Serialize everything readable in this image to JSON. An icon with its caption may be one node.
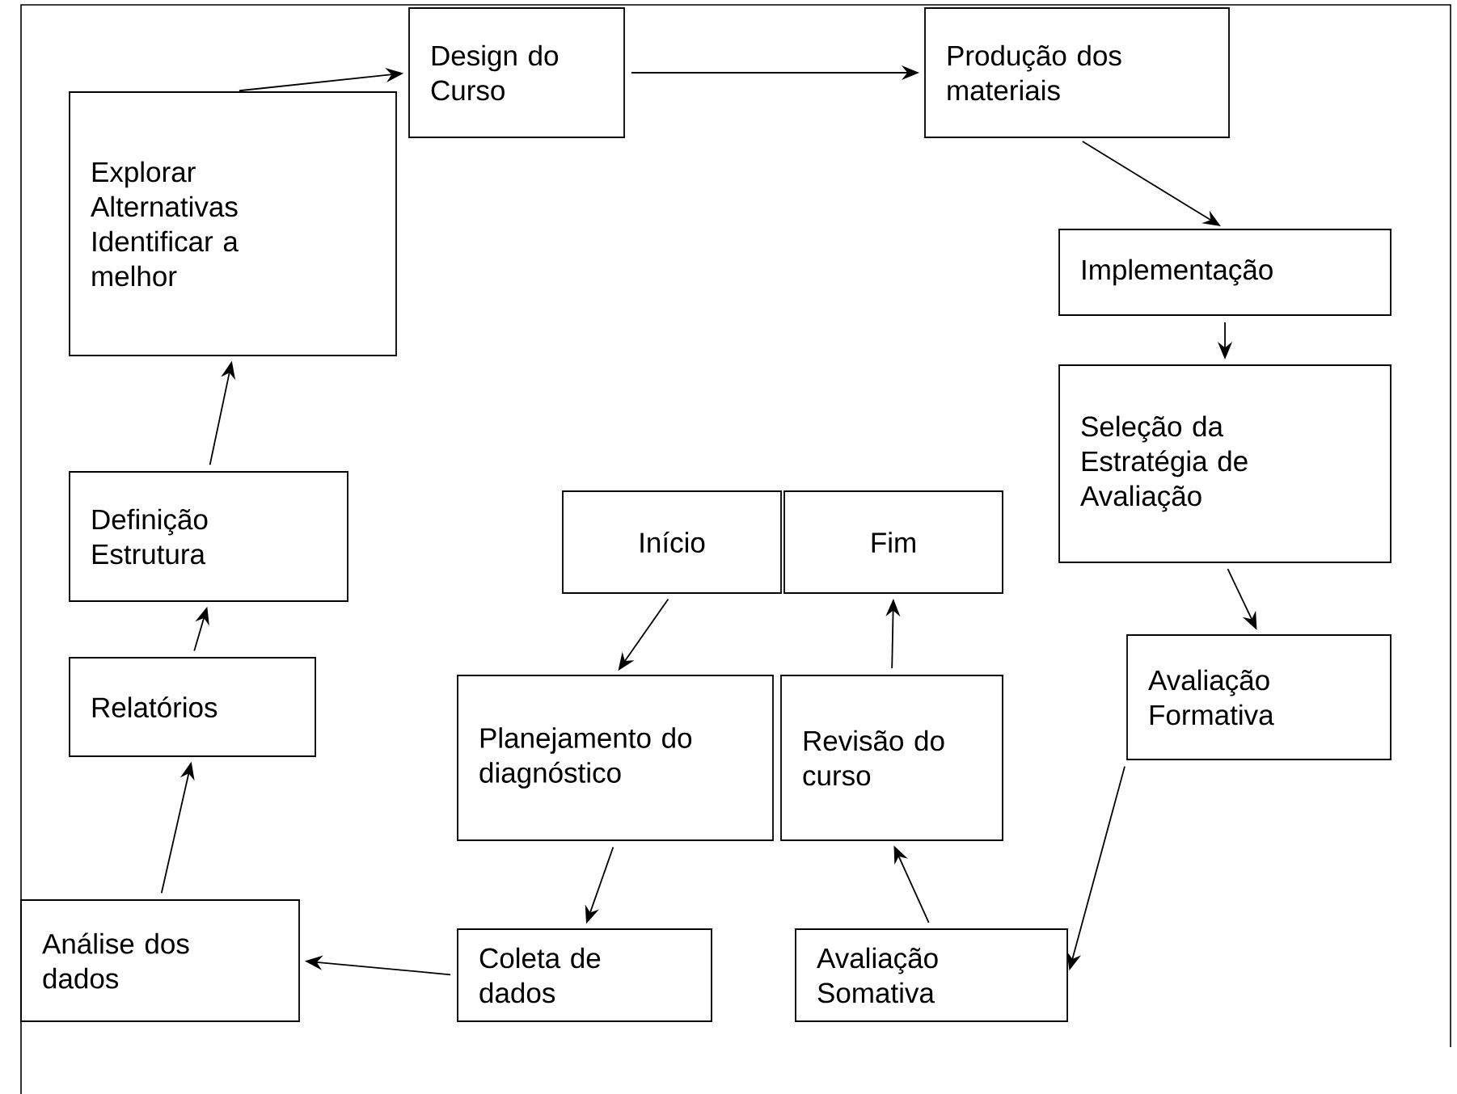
{
  "diagram": {
    "nodes": [
      {
        "text": [
          "Explorar Alternativas Identificar a melhor"
        ]
      },
      {
        "text": [
          "Design do Curso"
        ]
      },
      {
        "text": [
          "Produção dos materiais"
        ]
      },
      {
        "text": [
          "Implementação"
        ]
      },
      {
        "text": [
          "Seleção da Estratégia de Avaliação"
        ]
      },
      {
        "text": [
          "Definição Estrutura"
        ]
      },
      {
        "text": [
          "Início"
        ]
      },
      {
        "text": [
          "Fim"
        ]
      },
      {
        "text": [
          "Avaliação Formativa"
        ]
      },
      {
        "text": [
          "Relatórios"
        ]
      },
      {
        "text": [
          "Planejamento do diagnóstico"
        ]
      },
      {
        "text": [
          "Revisão do curso"
        ]
      },
      {
        "text": [
          "Análise dos dados"
        ]
      },
      {
        "text": [
          "Coleta de dados"
        ]
      },
      {
        "text": [
          "Avaliação Somativa"
        ]
      }
    ],
    "edges": [
      {
        "from": 0,
        "to": 1,
        "arrow": "to"
      },
      {
        "from": 1,
        "to": 2,
        "arrow": "to"
      },
      {
        "from": 2,
        "to": 3,
        "arrow": "to"
      },
      {
        "from": 3,
        "to": 4,
        "arrow": "to"
      },
      {
        "from": 4,
        "to": 8,
        "arrow": "to"
      },
      {
        "from": 8,
        "to": 14,
        "arrow": "to"
      },
      {
        "from": 14,
        "to": 11,
        "arrow": "to"
      },
      {
        "from": 11,
        "to": 7,
        "arrow": "to"
      },
      {
        "from": 6,
        "to": 10,
        "arrow": "to"
      },
      {
        "from": 10,
        "to": 13,
        "arrow": "to"
      },
      {
        "from": 13,
        "to": 12,
        "arrow": "to"
      },
      {
        "from": 12,
        "to": 9,
        "arrow": "to"
      },
      {
        "from": 9,
        "to": 5,
        "arrow": "to"
      },
      {
        "from": 5,
        "to": 0,
        "arrow": "to"
      }
    ]
  }
}
